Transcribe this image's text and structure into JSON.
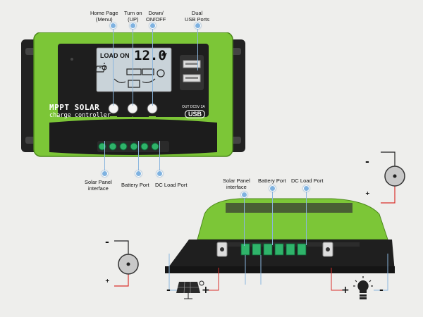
{
  "callouts": {
    "home": "Home Page\n(Menu)",
    "up": "Turn on\n(UP)",
    "down": "Down/\nON/OFF",
    "usb": "Dual\nUSB Ports",
    "solar": "Solar Panel\ninterface",
    "battery": "Battery Port",
    "load": "DC Load Port",
    "solar2": "Solar Panel\ninterface",
    "battery2": "Battery Port",
    "load2": "DC Load Port"
  },
  "device": {
    "brand": "MPPT SOLAR",
    "subtitle": "charge controller",
    "lcd_status": "LOAD ON",
    "lcd_reading": "12.0",
    "lcd_unit": "V",
    "usb_rating": "OUT DC5V 2A",
    "usb_badge": "USB"
  },
  "signs": {
    "plus": "+",
    "minus": "-"
  },
  "colors": {
    "body_green": "#7cc637",
    "shell_black": "#1f1f1f",
    "callout_blue": "#7fb2e0",
    "wire_red": "#d9302b",
    "terminal_green": "#2fb36a"
  }
}
